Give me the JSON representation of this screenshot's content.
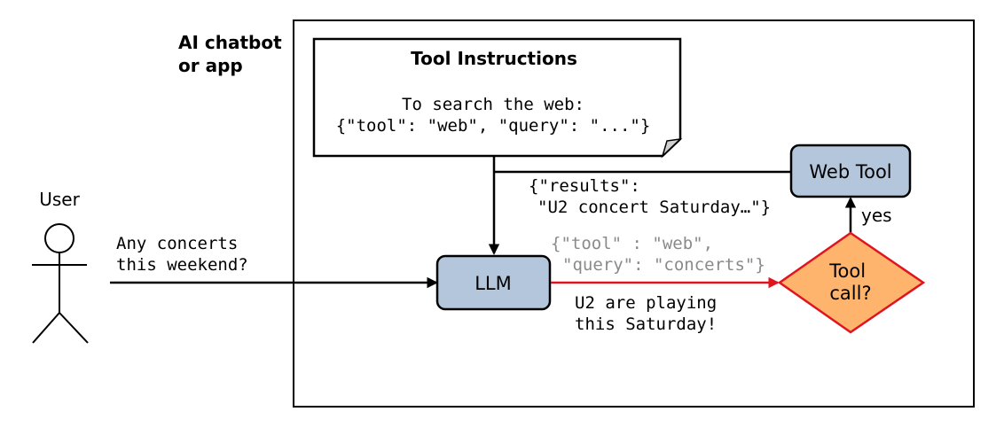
{
  "app_box": {
    "label_line1": "AI chatbot",
    "label_line2": "or app"
  },
  "user": {
    "label": "User",
    "message_line1": "Any concerts",
    "message_line2": "this weekend?"
  },
  "tool_instructions": {
    "title": "Tool Instructions",
    "line1": "To search the web:",
    "line2": "{\"tool\": \"web\", \"query\": \"...\"}"
  },
  "llm": {
    "label": "LLM"
  },
  "web_tool": {
    "label": "Web Tool"
  },
  "decision": {
    "line1": "Tool",
    "line2": "call?",
    "yes_label": "yes"
  },
  "tool_call_json": {
    "line1": "{\"tool\" : \"web\",",
    "line2": "\"query\": \"concerts\"}"
  },
  "results_json": {
    "line1": "{\"results\":",
    "line2": "\"U2 concert Saturday…\"}"
  },
  "response": {
    "line1": "U2 are playing",
    "line2": "this Saturday!"
  },
  "colors": {
    "box_fill": "#b4c6dc",
    "diamond_fill": "#ffb46e",
    "diamond_stroke": "#e0141e",
    "red_arrow": "#e0141e",
    "faded_text": "#8a8a8a",
    "ink": "#000000"
  }
}
